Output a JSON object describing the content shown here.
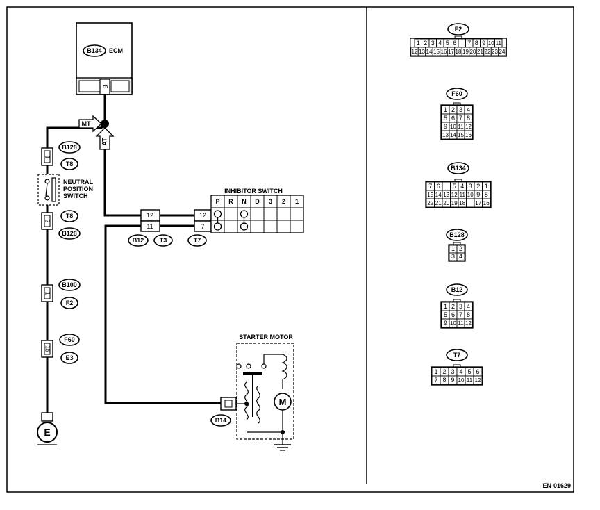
{
  "ecm": {
    "code": "B134",
    "label": "ECM",
    "pin": "8"
  },
  "labels": {
    "mt": "MT",
    "at": "AT",
    "neutral_switch": [
      "NEUTRAL",
      "POSITION",
      "SWITCH"
    ],
    "inhibitor_switch": "INHIBITOR SWITCH",
    "starter_motor": "STARTER MOTOR",
    "motor_symbol": "M",
    "ground_symbol": "E",
    "figure_id": "EN-01629"
  },
  "connector_tags": {
    "b128_top": "B128",
    "t8_top": "T8",
    "t8_bottom": "T8",
    "b128_bottom": "B128",
    "b100": "B100",
    "f2": "F2",
    "f60": "F60",
    "e3": "E3",
    "b12": "B12",
    "t3": "T3",
    "t7": "T7",
    "b14": "B14"
  },
  "neutral_pins": {
    "top": "1",
    "bottom": "2"
  },
  "b100_pin": "1",
  "f60_pin": "15",
  "joint_pins": {
    "b12_top": "12",
    "b12_bottom": "11",
    "t7_top": "12",
    "t7_bottom": "7"
  },
  "inhibitor_positions": [
    "P",
    "R",
    "N",
    "D",
    "3",
    "2",
    "1"
  ],
  "connector_faces": [
    {
      "name": "F2",
      "rows": [
        [
          "1",
          "2",
          "3",
          "4",
          "5",
          "6",
          "",
          "7",
          "8",
          "9",
          "10",
          "11"
        ],
        [
          "12",
          "13",
          "14",
          "15",
          "16",
          "17",
          "18",
          "19",
          "20",
          "21",
          "22",
          "23",
          "24"
        ]
      ]
    },
    {
      "name": "F60",
      "rows": [
        [
          "1",
          "2",
          "3",
          "4"
        ],
        [
          "5",
          "6",
          "7",
          "8"
        ],
        [
          "9",
          "10",
          "11",
          "12"
        ],
        [
          "13",
          "14",
          "15",
          "16"
        ]
      ]
    },
    {
      "name": "B134",
      "rows": [
        [
          "7",
          "6",
          "",
          "5",
          "4",
          "3",
          "2",
          "1"
        ],
        [
          "15",
          "14",
          "13",
          "12",
          "11",
          "10",
          "9",
          "8"
        ],
        [
          "22",
          "21",
          "20",
          "19",
          "18",
          "",
          "17",
          "16"
        ]
      ]
    },
    {
      "name": "B128",
      "rows": [
        [
          "1",
          "2"
        ],
        [
          "3",
          "4"
        ]
      ]
    },
    {
      "name": "B12",
      "rows": [
        [
          "1",
          "2",
          "3",
          "4"
        ],
        [
          "5",
          "6",
          "7",
          "8"
        ],
        [
          "9",
          "10",
          "11",
          "12"
        ]
      ]
    },
    {
      "name": "T7",
      "rows": [
        [
          "1",
          "2",
          "3",
          "4",
          "5",
          "6"
        ],
        [
          "7",
          "8",
          "9",
          "10",
          "11",
          "12"
        ]
      ]
    }
  ]
}
